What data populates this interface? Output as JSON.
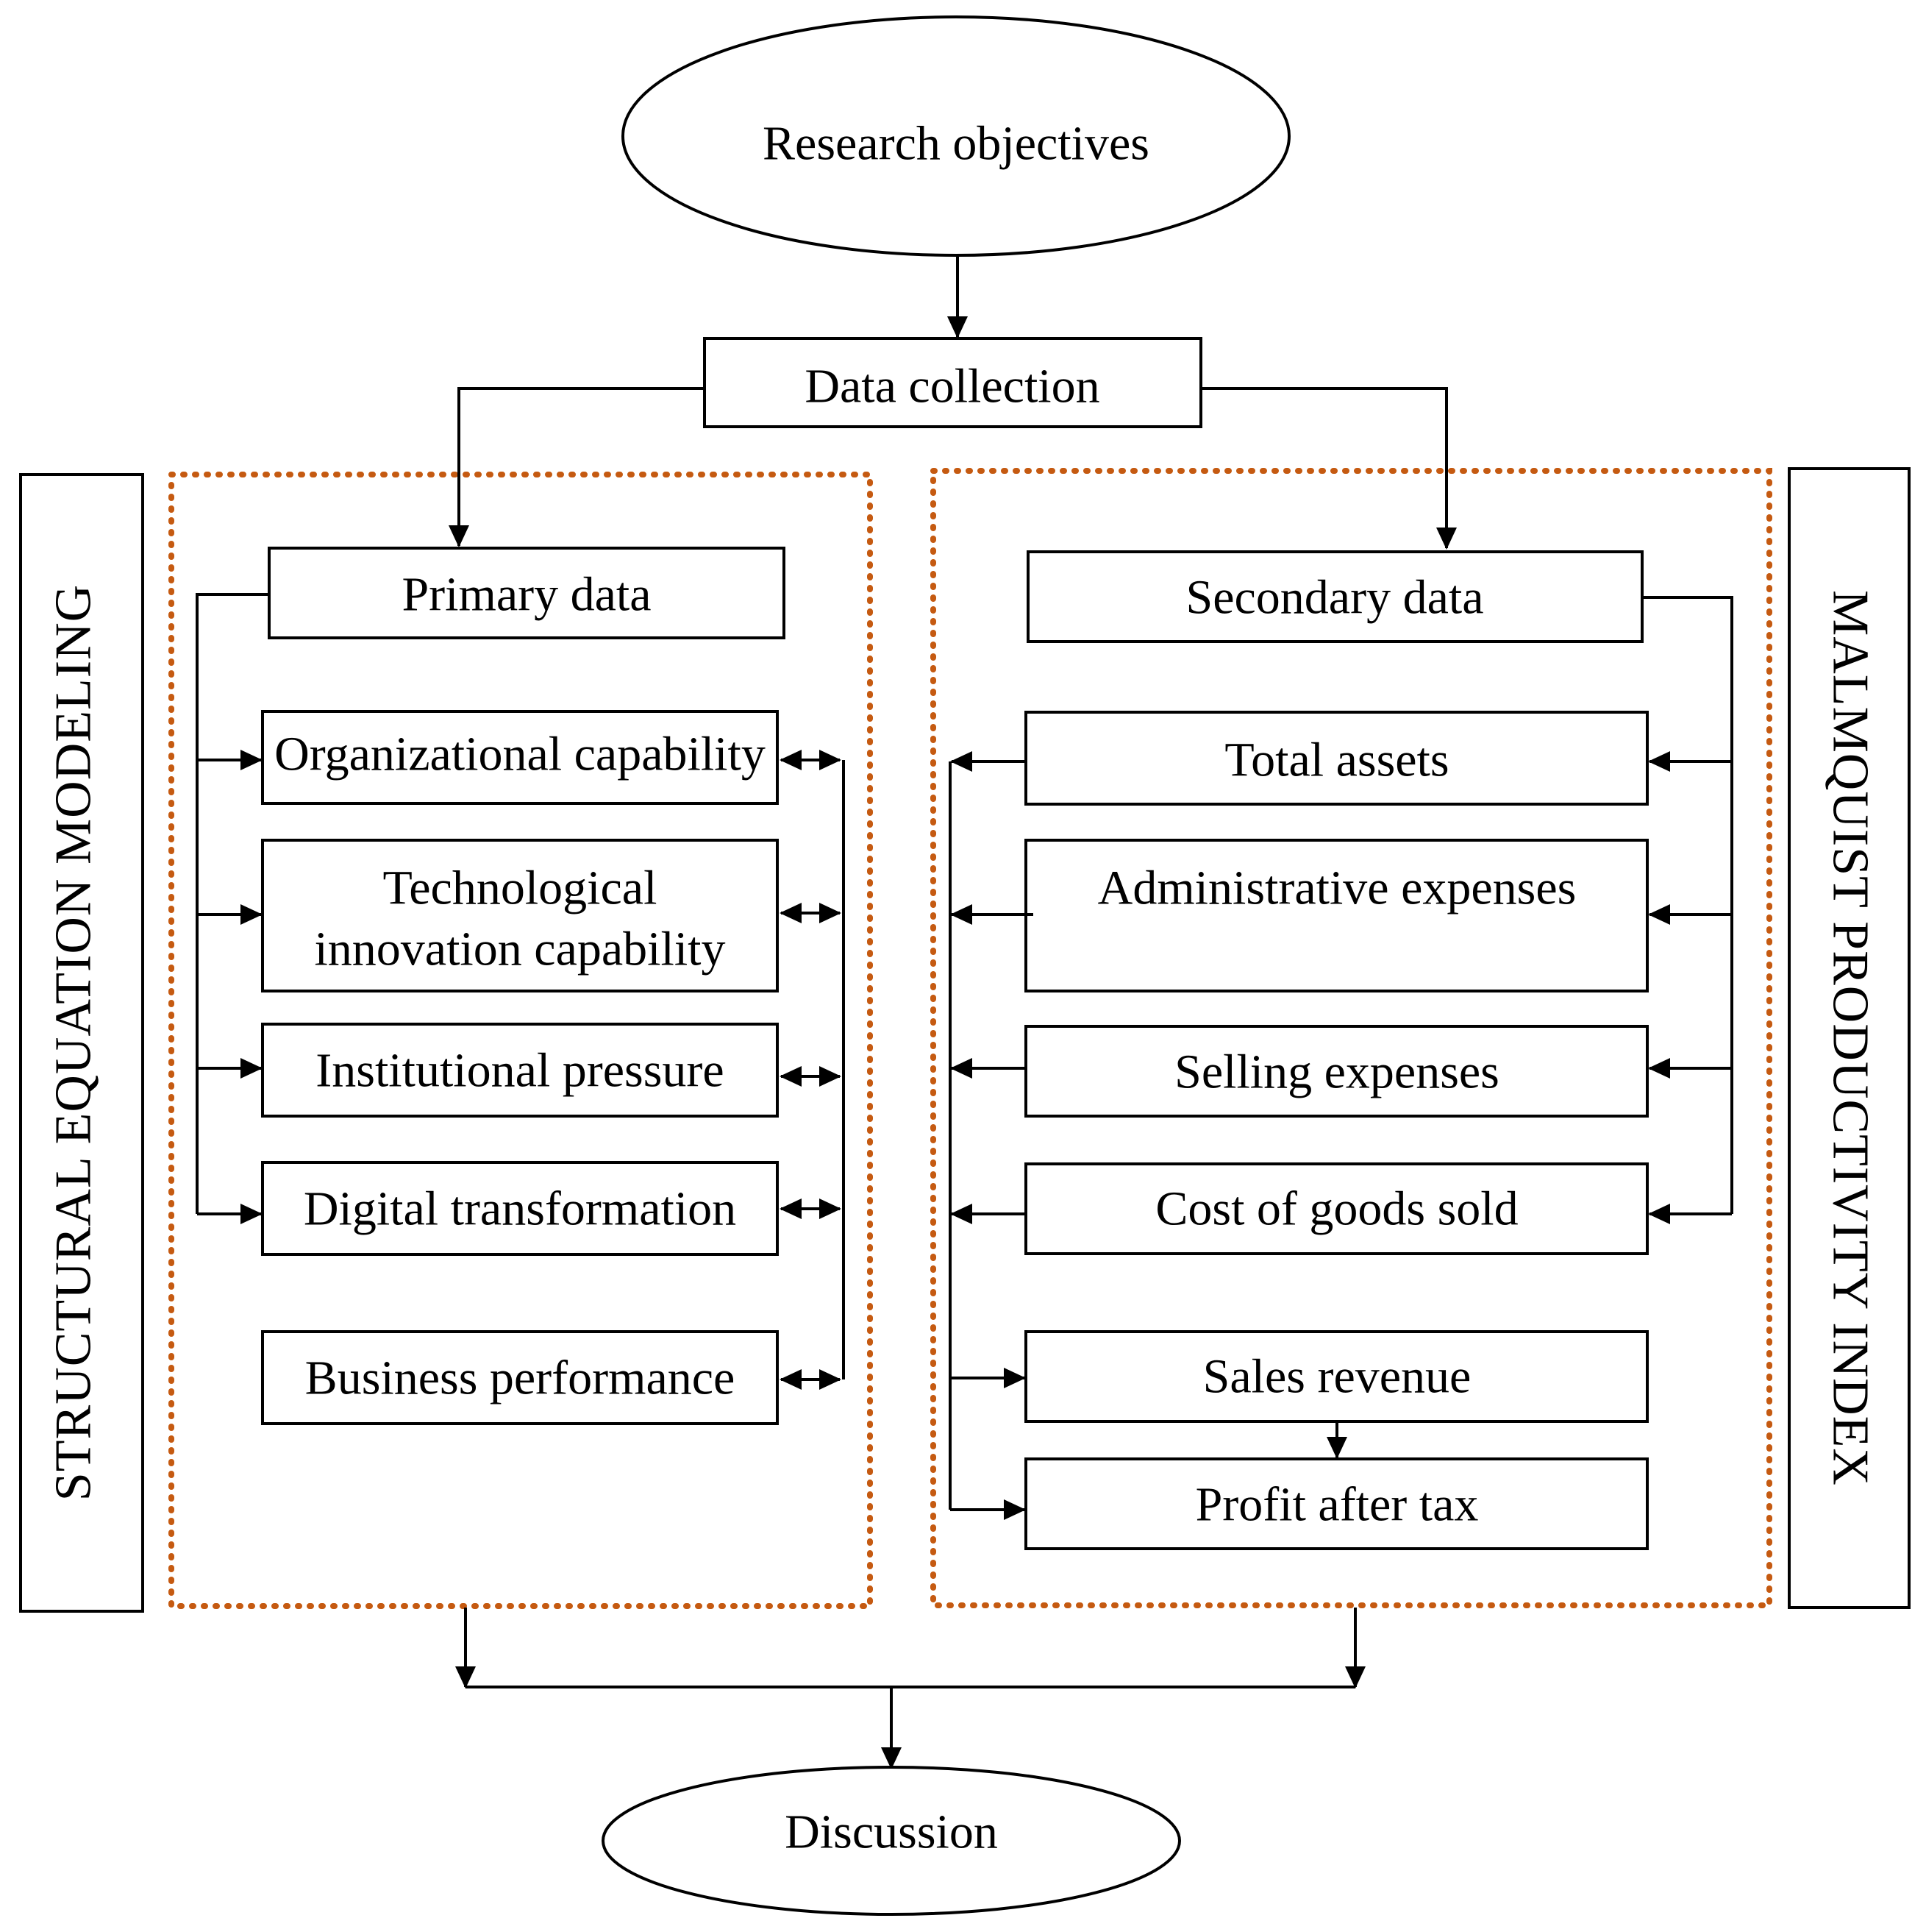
{
  "nodes": {
    "research_objectives": "Research objectives",
    "data_collection": "Data collection",
    "primary_data": "Primary data",
    "secondary_data": "Secondary data",
    "organizational_capability": "Organizational capability",
    "technological_innovation_1": "Technological",
    "technological_innovation_2": "innovation capability",
    "institutional_pressure": "Institutional pressure",
    "digital_transformation": "Digital transformation",
    "business_performance": "Business performance",
    "total_assets": "Total assets",
    "administrative_expenses": "Administrative expenses",
    "selling_expenses": "Selling expenses",
    "cost_of_goods_sold": "Cost of goods sold",
    "sales_revenue": "Sales revenue",
    "profit_after_tax": "Profit after tax",
    "discussion": "Discussion"
  },
  "side_labels": {
    "left": "STRUCTURAL EQUATION MODELING",
    "right": "MALMQUIST PRODUCTIVITY INDEX"
  },
  "colors": {
    "dotted_border": "#c55a11",
    "stroke": "#000000"
  }
}
